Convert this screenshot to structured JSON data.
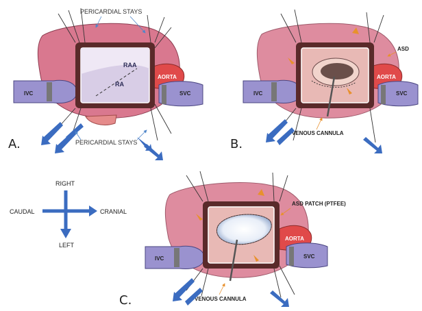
{
  "panels": {
    "a": {
      "letter": "A.",
      "stays_top": "PERICARDIAL STAYS",
      "stays_bottom": "PERICARDIAL STAYS",
      "raa": "RAA",
      "ra": "RA",
      "aorta": "AORTA",
      "ivc": "IVC",
      "svc": "SVC"
    },
    "b": {
      "letter": "B.",
      "asd": "ASD",
      "aorta": "AORTA",
      "ivc": "IVC",
      "svc": "SVC",
      "cannula": "VENOUS CANNULA"
    },
    "c": {
      "letter": "C.",
      "patch": "ASD PATCH (PTFEE)",
      "aorta": "AORTA",
      "ivc": "IVC",
      "svc": "SVC",
      "cannula": "VENOUS CANNULA"
    }
  },
  "compass": {
    "up": "RIGHT",
    "down": "LEFT",
    "left": "CAUDAL",
    "right": "CRANIAL"
  },
  "colors": {
    "heart": "#d9788f",
    "atrium": "#d8cde6",
    "frame": "#5a2a2a",
    "aorta": "#e04a4a",
    "vein": "#9a92cf",
    "arrow": "#3b6cc0",
    "pointer_orange": "#e8912d",
    "pointer_blue": "#4f86c9"
  }
}
